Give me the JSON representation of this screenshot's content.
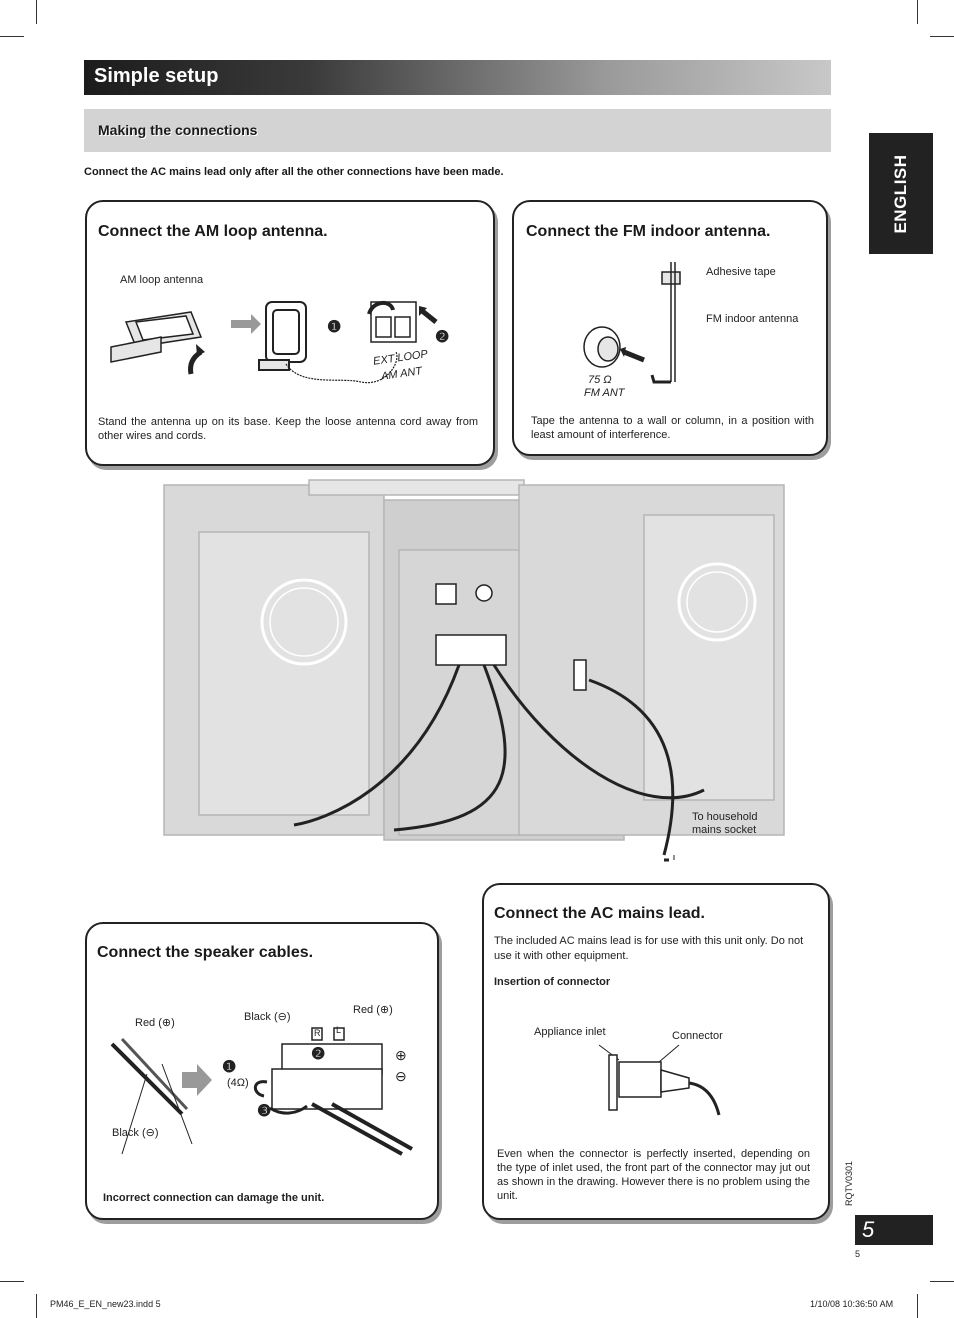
{
  "header": {
    "title": "Simple setup",
    "section": "Making the connections",
    "note": "Connect the AC mains lead only after all the other connections have been made."
  },
  "language_tab": "ENGLISH",
  "am_antenna": {
    "title": "Connect the AM loop antenna.",
    "label_antenna": "AM loop antenna",
    "terminal_label_1": "EXT LOOP",
    "terminal_label_2": "AM ANT",
    "step1": "❶",
    "step2": "❷",
    "description": "Stand the antenna up on its base. Keep the loose antenna cord away from other wires and cords."
  },
  "fm_antenna": {
    "title": "Connect the FM indoor antenna.",
    "label_tape": "Adhesive tape",
    "label_antenna": "FM indoor antenna",
    "terminal_label_1": "75 Ω",
    "terminal_label_2": "FM ANT",
    "description": "Tape the antenna to a wall or column, in a position with least amount of interference."
  },
  "mains_socket_label": "To household mains socket",
  "speaker": {
    "title": "Connect the speaker cables.",
    "red_left": "Red (⊕)",
    "black_left": "Black (⊖)",
    "black_top": "Black (⊖)",
    "red_top": "Red (⊕)",
    "impedance": "(4Ω)",
    "step1": "❶",
    "step2": "❷",
    "step3": "❸",
    "terminal_r": "R",
    "terminal_l": "L",
    "plus": "⊕",
    "minus": "⊖",
    "warning": "Incorrect connection can damage the unit."
  },
  "ac_lead": {
    "title": "Connect the AC mains lead.",
    "description": "The included AC mains lead is for use with this unit only. Do not use it with other equipment.",
    "insertion_heading": "Insertion of connector",
    "label_inlet": "Appliance inlet",
    "label_connector": "Connector",
    "note": "Even when the connector is perfectly inserted, depending on the type of inlet used, the front part of the connector may jut out as shown in the drawing. However there is no problem using the unit."
  },
  "side_code": "RQTV0301",
  "page": {
    "number": "5",
    "small_number": "5"
  },
  "footer": {
    "file": "PM46_E_EN_new23.indd   5",
    "timestamp": "1/10/08   10:36:50 AM"
  }
}
